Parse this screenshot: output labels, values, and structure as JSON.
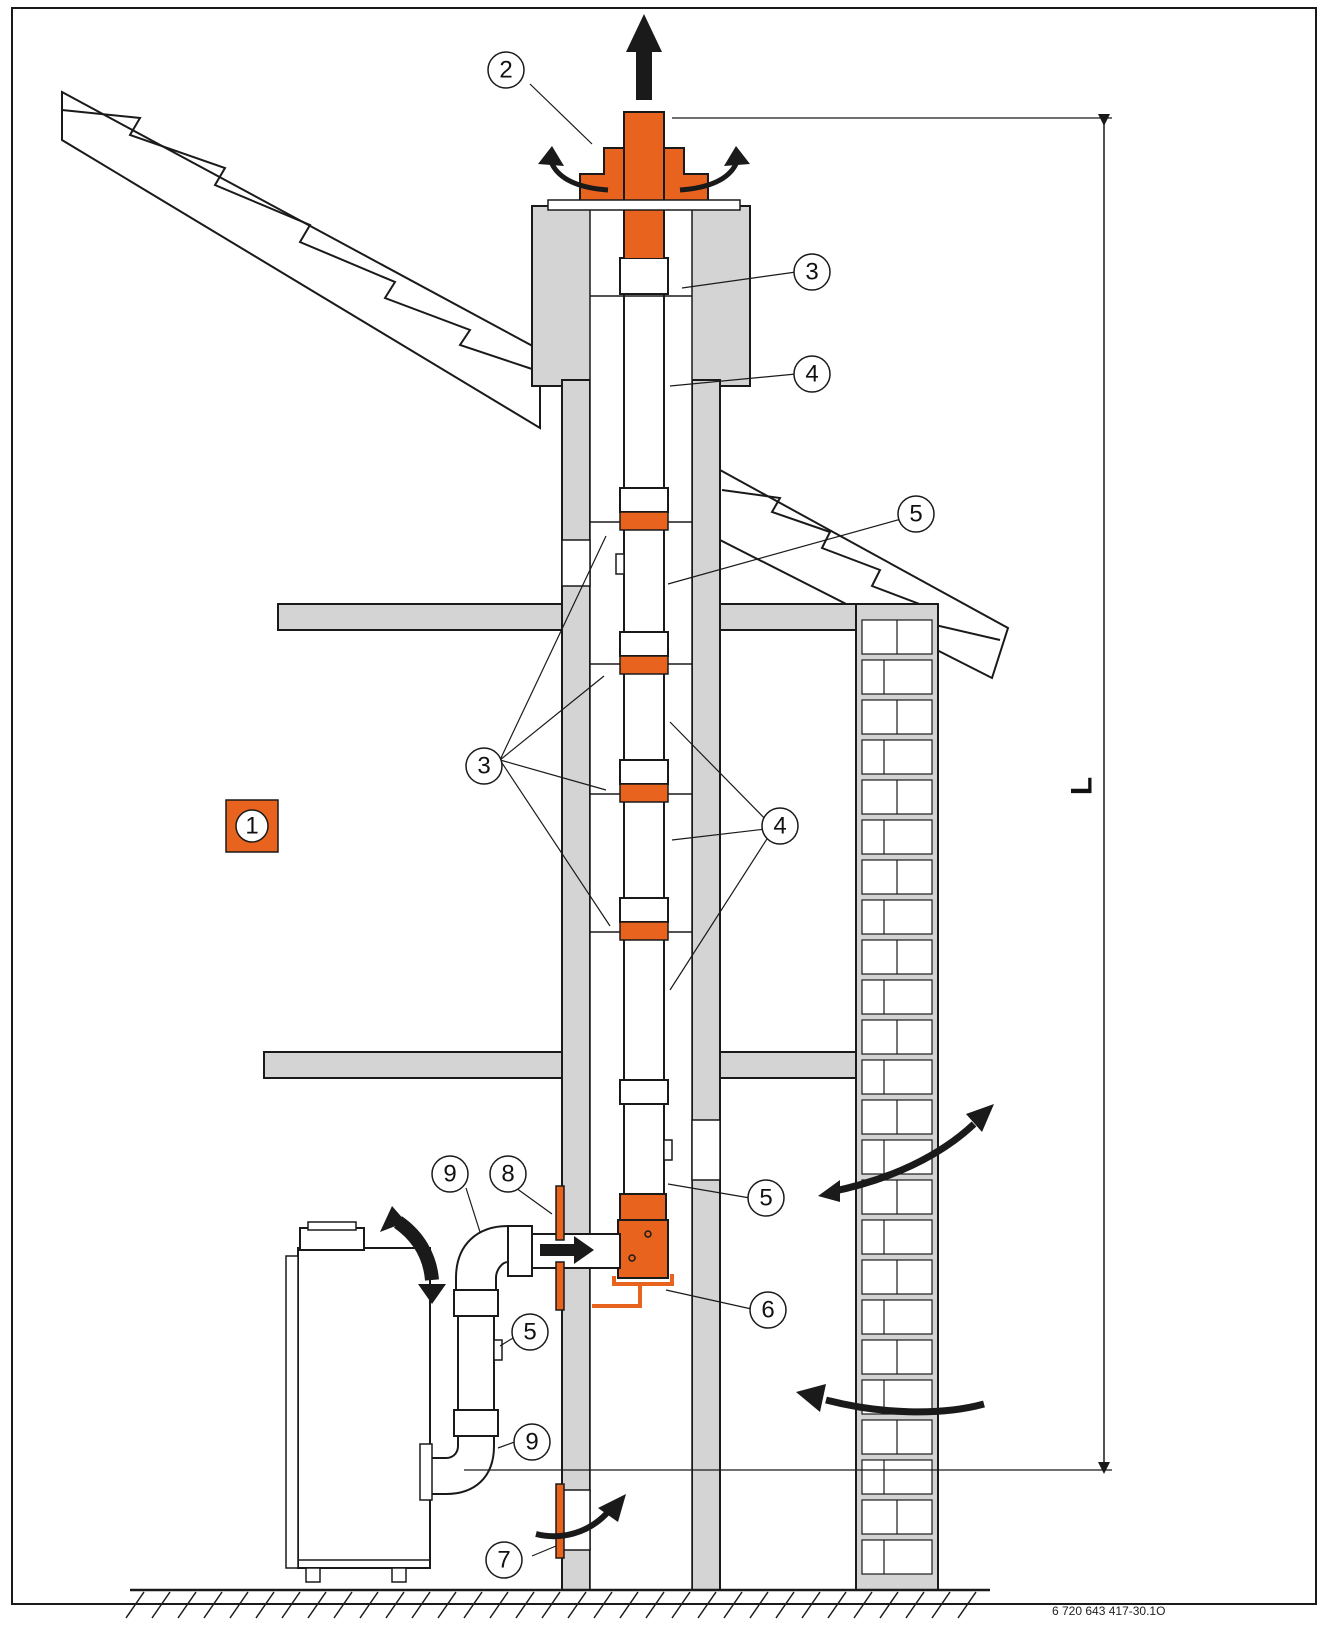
{
  "colors": {
    "accent_orange": "#e8641e",
    "wall_grey": "#d4d4d4",
    "pipe_white": "#ffffff",
    "outline": "#1a1a1a"
  },
  "badge": {
    "label": "1"
  },
  "dimension": {
    "label": "L"
  },
  "callouts": [
    {
      "id": "c2",
      "label": "2"
    },
    {
      "id": "c3a",
      "label": "3"
    },
    {
      "id": "c4a",
      "label": "4"
    },
    {
      "id": "c5a",
      "label": "5"
    },
    {
      "id": "c3b",
      "label": "3"
    },
    {
      "id": "c4b",
      "label": "4"
    },
    {
      "id": "c5b",
      "label": "5"
    },
    {
      "id": "c9a",
      "label": "9"
    },
    {
      "id": "c8",
      "label": "8"
    },
    {
      "id": "c6",
      "label": "6"
    },
    {
      "id": "c5c",
      "label": "5"
    },
    {
      "id": "c9b",
      "label": "9"
    },
    {
      "id": "c7",
      "label": "7"
    }
  ],
  "reference_code": "6 720 643 417-30.1O"
}
